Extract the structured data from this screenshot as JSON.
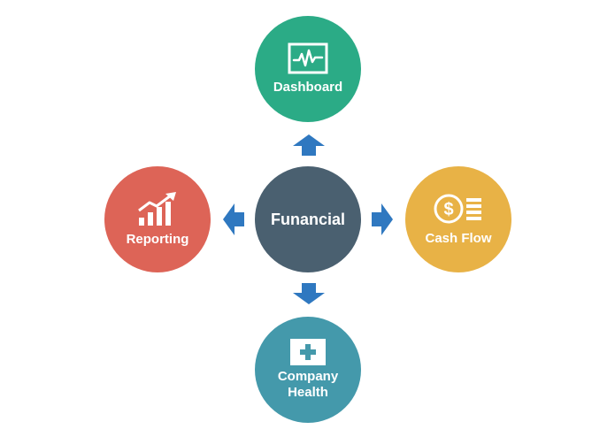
{
  "diagram": {
    "center": {
      "label": "Funancial",
      "color": "#4a6070"
    },
    "nodes": {
      "top": {
        "label": "Dashboard",
        "icon": "monitor-pulse-icon",
        "color": "#2bab86"
      },
      "right": {
        "label": "Cash Flow",
        "icon": "dollar-coin-icon",
        "color": "#e8b246"
      },
      "bottom": {
        "label": "Company\nHealth",
        "icon": "medical-cross-icon",
        "color": "#4499ab"
      },
      "left": {
        "label": "Reporting",
        "icon": "rising-chart-icon",
        "color": "#dd6457"
      }
    },
    "arrow_color": "#2f78c0"
  }
}
